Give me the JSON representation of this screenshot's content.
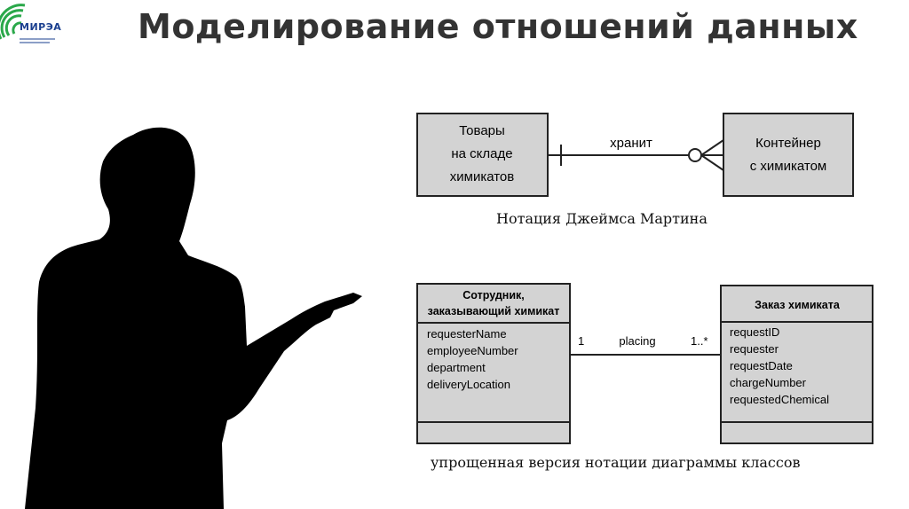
{
  "logo": {
    "text": "МИРЭА"
  },
  "title": "Моделирование отношений данных",
  "martin": {
    "left_entity": [
      "Товары",
      "на складе",
      "химикатов"
    ],
    "right_entity": [
      "Контейнер",
      "с химикатом"
    ],
    "relation": "хранит",
    "caption": "Нотация Джеймса Мартина"
  },
  "uml": {
    "left_class": {
      "name": [
        "Сотрудник,",
        "заказывающий химикат"
      ],
      "attributes": [
        "requesterName",
        "employeeNumber",
        "department",
        "deliveryLocation"
      ]
    },
    "right_class": {
      "name": [
        "Заказ химиката"
      ],
      "attributes": [
        "requestID",
        "requester",
        "requestDate",
        "chargeNumber",
        "requestedChemical"
      ]
    },
    "association": {
      "left_mult": "1",
      "label": "placing",
      "right_mult": "1..*"
    },
    "caption": "упрощенная версия нотации диаграммы классов"
  },
  "colors": {
    "box_fill": "#d3d3d3",
    "line": "#222222",
    "title": "#333333",
    "logo": "#1a3f8f",
    "logo_arcs": "#2aa84a"
  }
}
